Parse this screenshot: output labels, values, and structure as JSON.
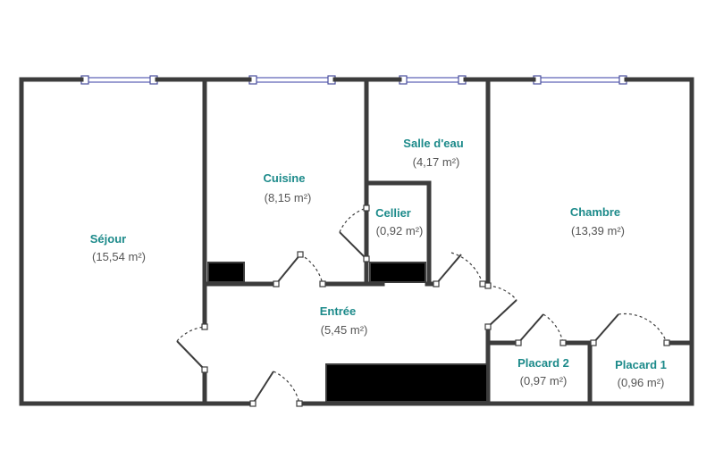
{
  "rooms": [
    {
      "id": "sejour",
      "name": "Séjour",
      "area": "(15,54 m²)"
    },
    {
      "id": "cuisine",
      "name": "Cuisine",
      "area": "(8,15 m²)"
    },
    {
      "id": "salle-eau",
      "name": "Salle d'eau",
      "area": "(4,17 m²)"
    },
    {
      "id": "cellier",
      "name": "Cellier",
      "area": "(0,92 m²)"
    },
    {
      "id": "chambre",
      "name": "Chambre",
      "area": "(13,39 m²)"
    },
    {
      "id": "entree",
      "name": "Entrée",
      "area": "(5,45 m²)"
    },
    {
      "id": "placard-2",
      "name": "Placard 2",
      "area": "(0,97 m²)"
    },
    {
      "id": "placard-1",
      "name": "Placard 1",
      "area": "(0,96 m²)"
    }
  ],
  "colors": {
    "wall": "#3c3c3c",
    "room_label": "#1c8a8a",
    "area_text": "#555555",
    "window": "#7a7fc4"
  }
}
